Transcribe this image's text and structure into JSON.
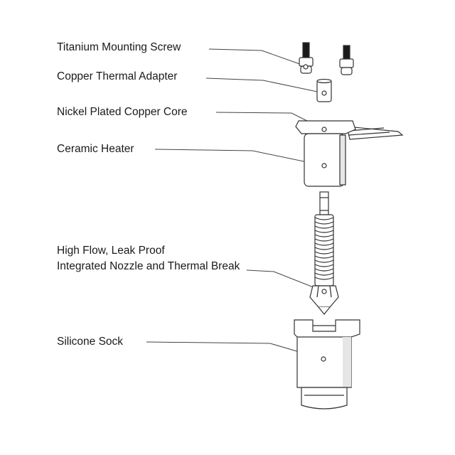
{
  "labels": {
    "screw": "Titanium Mounting Screw",
    "adapter": "Copper Thermal Adapter",
    "core": "Nickel Plated Copper Core",
    "heater": "Ceramic Heater",
    "nozzle_line1": "High Flow, Leak Proof",
    "nozzle_line2": "Integrated Nozzle and Thermal Break",
    "sock": "Silicone Sock"
  },
  "colors": {
    "stroke": "#333333",
    "line": "#444444",
    "fill": "#ffffff",
    "shade": "#e6e6e6",
    "screw_head": "#1a1a1a"
  }
}
